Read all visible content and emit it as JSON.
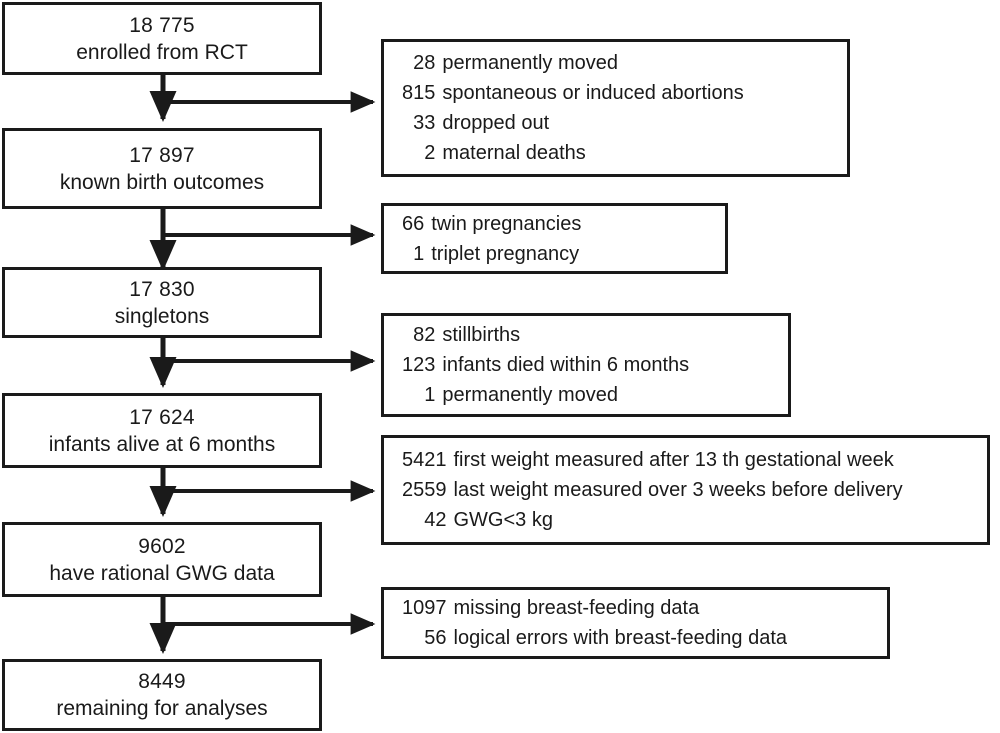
{
  "figure": {
    "type": "flowchart",
    "orientation": "vertical-with-right-exclusions",
    "line_color": "#1a1a1a",
    "background_color": "#ffffff"
  },
  "main_nodes": [
    {
      "count": "18 775",
      "label": "enrolled from RCT"
    },
    {
      "count": "17 897",
      "label": "known birth outcomes"
    },
    {
      "count": "17 830",
      "label": "singletons"
    },
    {
      "count": "17 624",
      "label": "infants alive at 6 months"
    },
    {
      "count": "9602",
      "label": "have rational GWG data"
    },
    {
      "count": "8449",
      "label": "remaining for analyses"
    }
  ],
  "exclusion_boxes": [
    {
      "rows": [
        {
          "num": "28",
          "text": "permanently moved"
        },
        {
          "num": "815",
          "text": "spontaneous or induced abortions"
        },
        {
          "num": "33",
          "text": "dropped out"
        },
        {
          "num": "2",
          "text": "maternal deaths"
        }
      ]
    },
    {
      "rows": [
        {
          "num": "66",
          "text": "twin pregnancies"
        },
        {
          "num": "1",
          "text": "triplet pregnancy"
        }
      ]
    },
    {
      "rows": [
        {
          "num": "82",
          "text": "stillbirths"
        },
        {
          "num": "123",
          "text": "infants died within 6 months"
        },
        {
          "num": "1",
          "text": "permanently moved"
        }
      ]
    },
    {
      "rows": [
        {
          "num": "5421",
          "text": "first weight measured after 13 th gestational week"
        },
        {
          "num": "2559",
          "text": "last weight measured over 3 weeks before delivery"
        },
        {
          "num": "42",
          "text": "GWG<3 kg"
        }
      ]
    },
    {
      "rows": [
        {
          "num": "1097",
          "text": "missing breast-feeding data"
        },
        {
          "num": "56",
          "text": "logical errors with breast-feeding data"
        }
      ]
    }
  ]
}
